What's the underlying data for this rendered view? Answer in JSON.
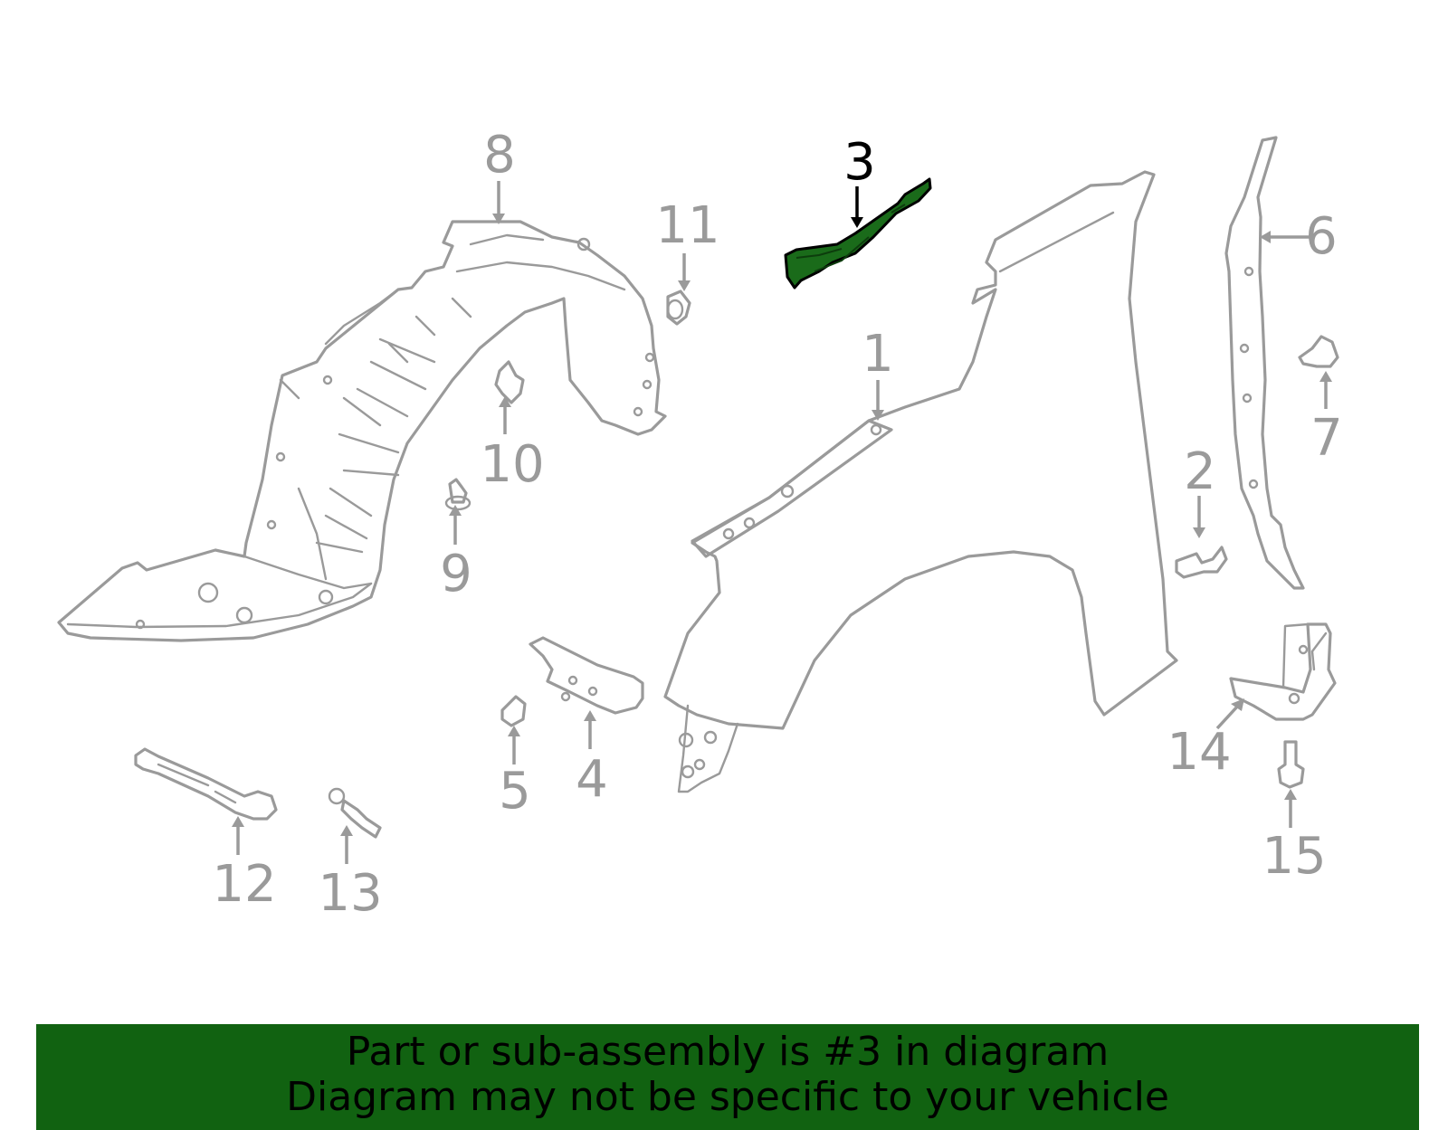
{
  "diagram": {
    "highlighted_part": "3",
    "colors": {
      "outline": "#9a9a9a",
      "highlight_fill": "#1a6b1a",
      "selected_label": "#000000",
      "banner_bg": "#116211"
    },
    "callouts": [
      {
        "id": "c1",
        "label": "1",
        "selected": false
      },
      {
        "id": "c2",
        "label": "2",
        "selected": false
      },
      {
        "id": "c3",
        "label": "3",
        "selected": true
      },
      {
        "id": "c4",
        "label": "4",
        "selected": false
      },
      {
        "id": "c5",
        "label": "5",
        "selected": false
      },
      {
        "id": "c6",
        "label": "6",
        "selected": false
      },
      {
        "id": "c7",
        "label": "7",
        "selected": false
      },
      {
        "id": "c8",
        "label": "8",
        "selected": false
      },
      {
        "id": "c9",
        "label": "9",
        "selected": false
      },
      {
        "id": "c10",
        "label": "10",
        "selected": false
      },
      {
        "id": "c11",
        "label": "11",
        "selected": false
      },
      {
        "id": "c12",
        "label": "12",
        "selected": false
      },
      {
        "id": "c13",
        "label": "13",
        "selected": false
      },
      {
        "id": "c14",
        "label": "14",
        "selected": false
      },
      {
        "id": "c15",
        "label": "15",
        "selected": false
      }
    ]
  },
  "banner": {
    "line1": "Part or sub-assembly is #3 in diagram",
    "line2": "Diagram may not be specific to your vehicle"
  }
}
